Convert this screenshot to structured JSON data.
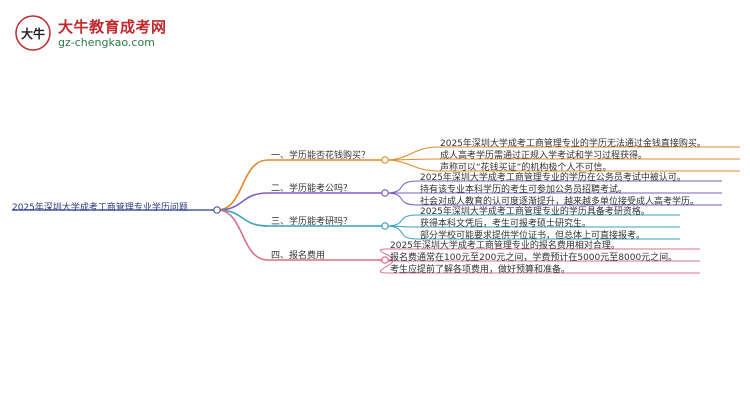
{
  "logo": {
    "title": "大牛教育成考网",
    "url": "gz-chengkao.com",
    "mark_text": "大牛"
  },
  "mindmap": {
    "root": "2025年深圳大学成考工商管理专业学历问题",
    "branches": [
      {
        "label": "一、学历能否花钱购买？",
        "color": "#e08a2c",
        "leaves": [
          "2025年深圳大学成考工商管理专业的学历无法通过金钱直接购买。",
          "成人高考学历需通过正规入学考试和学习过程获得。",
          "声称可以“花钱买证”的机构极个人不可信。"
        ]
      },
      {
        "label": "二、学历能考公吗？",
        "color": "#7a5fc0",
        "leaves": [
          "2025年深圳大学成考工商管理专业的学历在公务员考试中被认可。",
          "持有该专业本科学历的考生可参加公务员招聘考试。",
          "社会对成人教育的认可度逐渐提升，越来越多单位接受成人高考学历。"
        ]
      },
      {
        "label": "三、学历能考研吗？",
        "color": "#3aa0b8",
        "leaves": [
          "2025年深圳大学成考工商管理专业的学历具备考研资格。",
          "获得本科文凭后，考生可报考硕士研究生。",
          "部分学校可能要求提供学位证书，但总体上可直接报考。"
        ]
      },
      {
        "label": "四、报名费用",
        "color": "#d9708a",
        "leaves": [
          "2025年深圳大学成考工商管理专业的报名费用相对合理。",
          "报名费通常在100元至200元之间，学费预计在5000元至8000元之间。",
          "考生应提前了解各项费用，做好预算和准备。"
        ]
      }
    ]
  }
}
